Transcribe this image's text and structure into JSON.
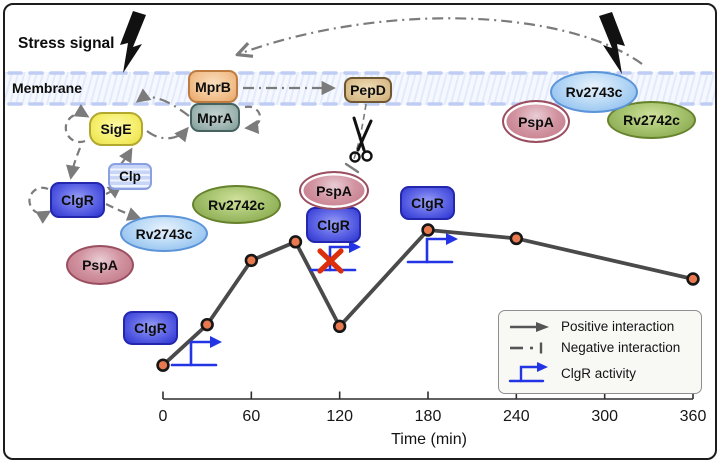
{
  "figure": {
    "stress_signal_label": "Stress signal",
    "membrane_label": "Membrane"
  },
  "nodes": {
    "mprB": {
      "label": "MprB"
    },
    "mprA": {
      "label": "MprA"
    },
    "sigE": {
      "label": "SigE"
    },
    "clp": {
      "label": "Clp"
    },
    "clgR_pathway": {
      "label": "ClgR"
    },
    "rv2743c_left": {
      "label": "Rv2743c"
    },
    "pspA_left": {
      "label": "PspA"
    },
    "rv2742c_mid": {
      "label": "Rv2742c"
    },
    "pepD": {
      "label": "PepD"
    },
    "pspA_mid": {
      "label": "PspA"
    },
    "clgR_t0": {
      "label": "ClgR"
    },
    "clgR_t120": {
      "label": "ClgR"
    },
    "clgR_t180": {
      "label": "ClgR"
    },
    "rv2743c_right": {
      "label": "Rv2743c"
    },
    "pspA_right": {
      "label": "PspA"
    },
    "rv2742c_right": {
      "label": "Rv2742c"
    }
  },
  "legend": {
    "items": [
      {
        "icon": "positive-arrow-icon",
        "label": "Positive interaction"
      },
      {
        "icon": "negative-dashdot-bar-icon",
        "label": "Negative interaction"
      },
      {
        "icon": "promoter-bent-arrow-icon",
        "label": "ClgR activity"
      }
    ]
  },
  "chart_data": {
    "type": "line",
    "title": "",
    "xlabel": "Time (min)",
    "ylabel": "",
    "x": [
      0,
      30,
      60,
      90,
      120,
      180,
      240,
      360
    ],
    "series": [
      {
        "name": "ClgR activity (qualitative, no y-axis shown)",
        "values_relative": [
          0.2,
          0.44,
          0.82,
          0.93,
          0.43,
          1.0,
          0.95,
          0.71
        ]
      }
    ],
    "x_ticks": [
      0,
      60,
      120,
      180,
      240,
      300,
      360
    ],
    "xlim": [
      0,
      360
    ],
    "grid": false,
    "legend_position": "lower right",
    "marker": "circle",
    "annotations": [
      "ClgR box with active promoter arrow at t=0",
      "ClgR box with blocked promoter (red cross) at t=120",
      "ClgR box with active promoter arrow at t=180"
    ]
  },
  "colors": {
    "point_fill": "#e8794f",
    "point_stroke": "#161616",
    "line": "#4a4a4a",
    "arrow_gray": "#7b7b7b",
    "promoter_blue": "#2334e4",
    "blocked_red": "#dd2e0c",
    "membrane_dash": "#bfcdf4",
    "clgr_blue": "#3b42d7",
    "rv2743c_blue": "#80b5ec",
    "rv2742c_green": "#7f9f43",
    "pspa_pink": "#bd6f81",
    "mprb_orange": "#e9a56a",
    "mpra_teal": "#7f9b97",
    "sige_yellow": "#f6ef6d",
    "pepd_tan": "#cfae78"
  }
}
